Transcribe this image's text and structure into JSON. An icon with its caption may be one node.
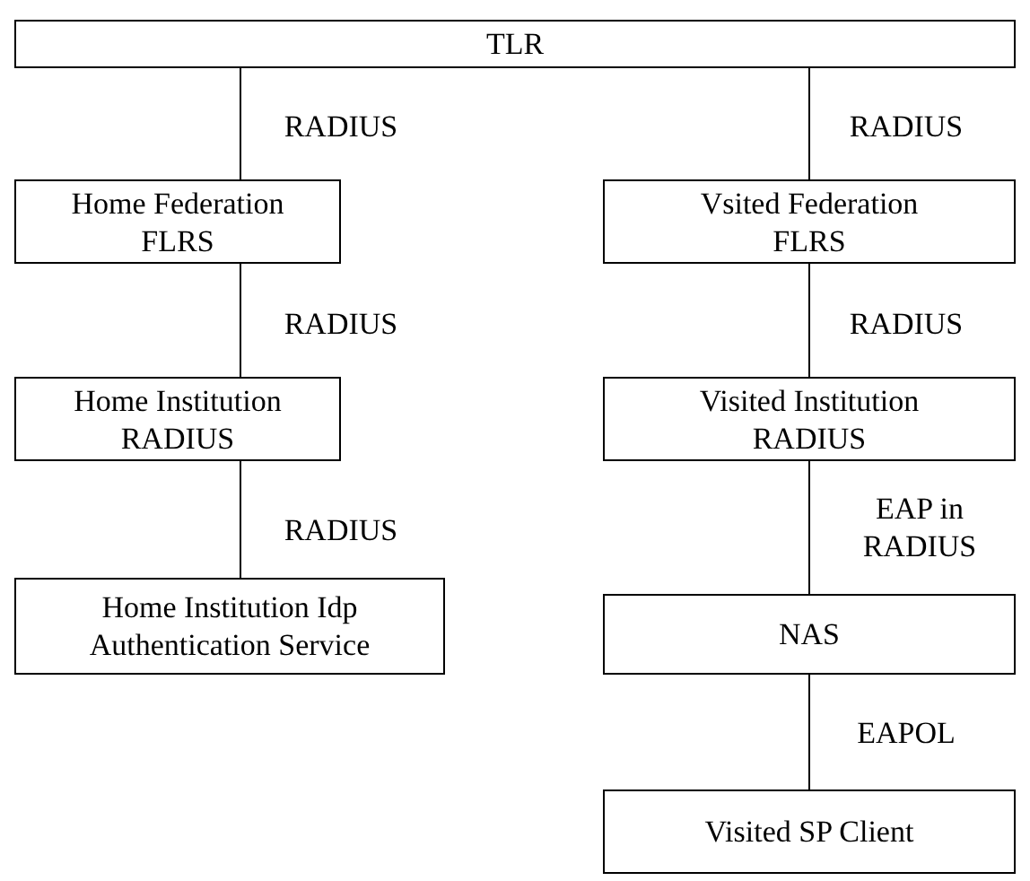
{
  "diagram": {
    "nodes": [
      {
        "text": [
          "TLR"
        ]
      },
      {
        "text": [
          "Home Federation FLRS"
        ]
      },
      {
        "text": [
          "Home Institution RADIUS"
        ]
      },
      {
        "text": [
          "Home Institution Idp Authentication Service"
        ]
      },
      {
        "text": [
          "Vsited Federation FLRS"
        ]
      },
      {
        "text": [
          "Visited Institution RADIUS"
        ]
      },
      {
        "text": [
          "NAS"
        ]
      },
      {
        "text": [
          "Visited SP Client"
        ]
      }
    ],
    "edges": [
      {
        "from": 0,
        "to": 1,
        "arrow": "none",
        "label": "RADIUS"
      },
      {
        "from": 1,
        "to": 2,
        "arrow": "none",
        "label": "RADIUS"
      },
      {
        "from": 2,
        "to": 3,
        "arrow": "none",
        "label": "RADIUS"
      },
      {
        "from": 0,
        "to": 4,
        "arrow": "none",
        "label": "RADIUS"
      },
      {
        "from": 4,
        "to": 5,
        "arrow": "none",
        "label": "RADIUS"
      },
      {
        "from": 5,
        "to": 6,
        "arrow": "none",
        "label": "EAP in RADIUS"
      },
      {
        "from": 6,
        "to": 7,
        "arrow": "none",
        "label": "EAPOL"
      }
    ]
  }
}
